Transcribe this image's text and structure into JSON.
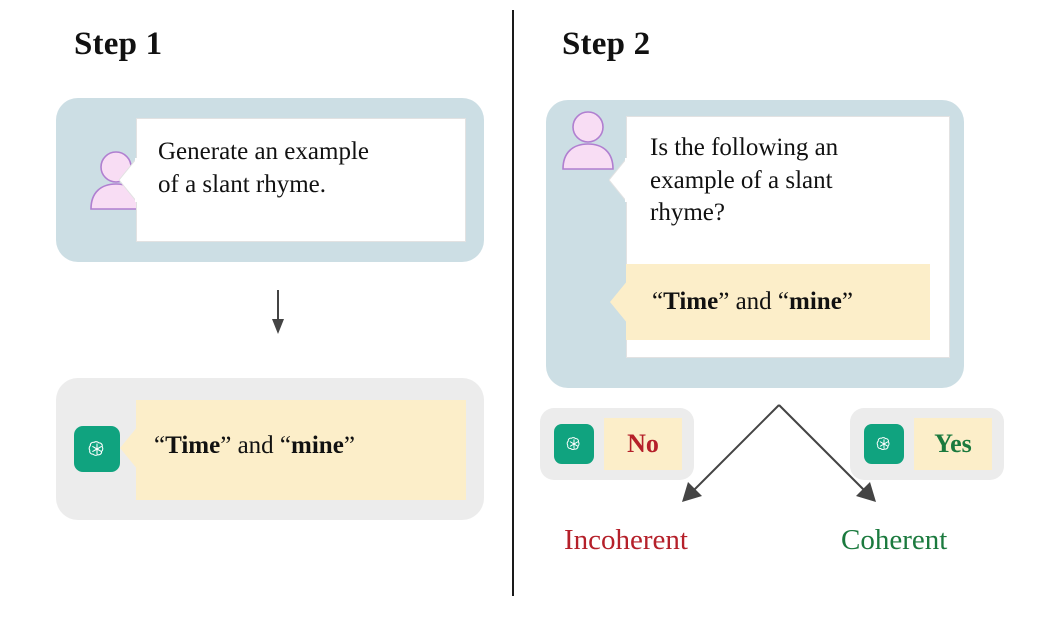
{
  "figure": {
    "divider_color": "#1a1a1a",
    "palette": {
      "bubble_blue": "#ccdee4",
      "bubble_grey": "#ececec",
      "highlight_yellow": "#fceec9",
      "gpt_green": "#10a37f",
      "gpt_green_dark": "#0f9d76",
      "avatar_fill": "#f8ddf4",
      "avatar_stroke": "#b07fd0",
      "red": "#b5202a",
      "green": "#1b7a3e",
      "arrow": "#444444",
      "text": "#111111"
    }
  },
  "step1": {
    "title": "Step 1",
    "user_turn": {
      "avatar_icon": "user-avatar-icon",
      "message_lines": [
        "Generate an example",
        "of a slant rhyme."
      ],
      "message_text": "Generate an example of a slant rhyme."
    },
    "arrow_icon": "down-arrow-icon",
    "assistant_turn": {
      "logo_icon": "chatgpt-logo-icon",
      "answer": {
        "open_quote": "“",
        "word_a": "Time",
        "close_quote": "”",
        "conjunction": " and ",
        "word_b": "mine"
      },
      "answer_text": "“Time” and “mine”"
    }
  },
  "step2": {
    "title": "Step 2",
    "user_turn": {
      "avatar_icon": "user-avatar-icon",
      "message_lines": [
        "Is the following an",
        "example of a slant",
        "rhyme?"
      ],
      "message_text": "Is the following an example of a slant rhyme?",
      "quoted_example": {
        "open_quote": "“",
        "word_a": "Time",
        "close_quote": "”",
        "conjunction": " and ",
        "word_b": "mine"
      },
      "quoted_example_text": "“Time” and “mine”"
    },
    "branches": [
      {
        "logo_icon": "chatgpt-logo-icon",
        "answer": "No",
        "answer_color": "#b5202a",
        "outcome": "Incoherent",
        "outcome_color": "#b5202a",
        "arrow_icon": "branch-arrow-left-icon"
      },
      {
        "logo_icon": "chatgpt-logo-icon",
        "answer": "Yes",
        "answer_color": "#1b7a3e",
        "outcome": "Coherent",
        "outcome_color": "#1b7a3e",
        "arrow_icon": "branch-arrow-right-icon"
      }
    ]
  }
}
